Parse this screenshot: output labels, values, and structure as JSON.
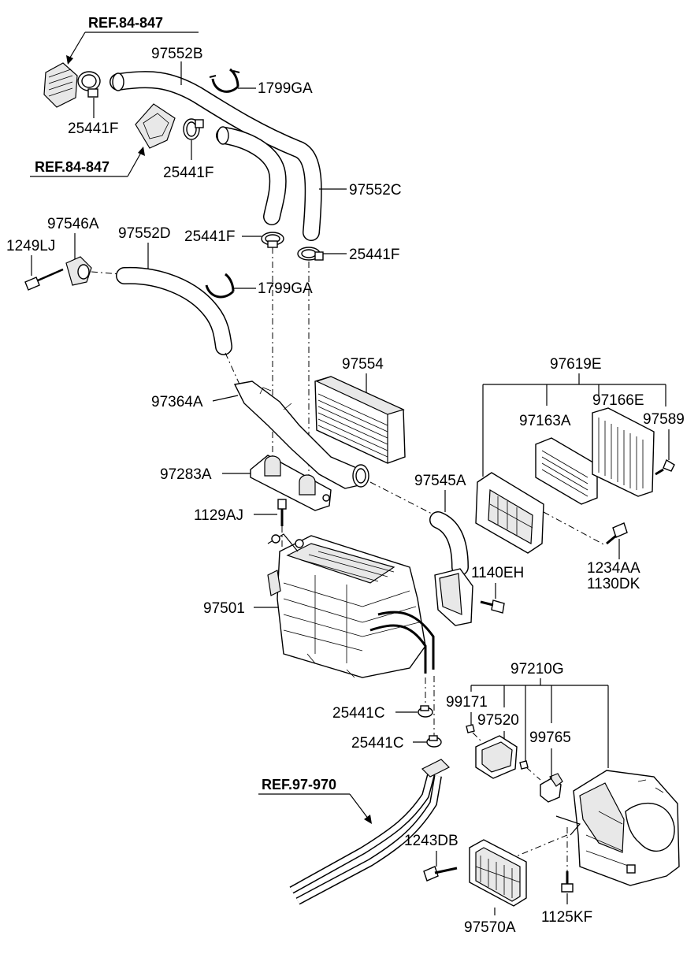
{
  "diagram": {
    "labels": {
      "ref_84_847_top": "REF.84-847",
      "ref_84_847_mid": "REF.84-847",
      "ref_97_970": "REF.97-970",
      "p97552B": "97552B",
      "p1799GA_top": "1799GA",
      "p25441F_a": "25441F",
      "p25441F_b": "25441F",
      "p97552C": "97552C",
      "p97546A": "97546A",
      "p97552D": "97552D",
      "p1249LJ": "1249LJ",
      "p25441F_c": "25441F",
      "p25441F_d": "25441F",
      "p1799GA_mid": "1799GA",
      "p97554": "97554",
      "p97619E": "97619E",
      "p97364A": "97364A",
      "p97166E": "97166E",
      "p97163A": "97163A",
      "p97589": "97589",
      "p97283A": "97283A",
      "p97545A": "97545A",
      "p1129AJ": "1129AJ",
      "p1234AA": "1234AA",
      "p1130DK": "1130DK",
      "p1140EH": "1140EH",
      "p97501": "97501",
      "p97210G": "97210G",
      "p99171": "99171",
      "p97520": "97520",
      "p99765": "99765",
      "p25441C_a": "25441C",
      "p25441C_b": "25441C",
      "p1243DB": "1243DB",
      "p97570A": "97570A",
      "p1125KF": "1125KF"
    }
  }
}
